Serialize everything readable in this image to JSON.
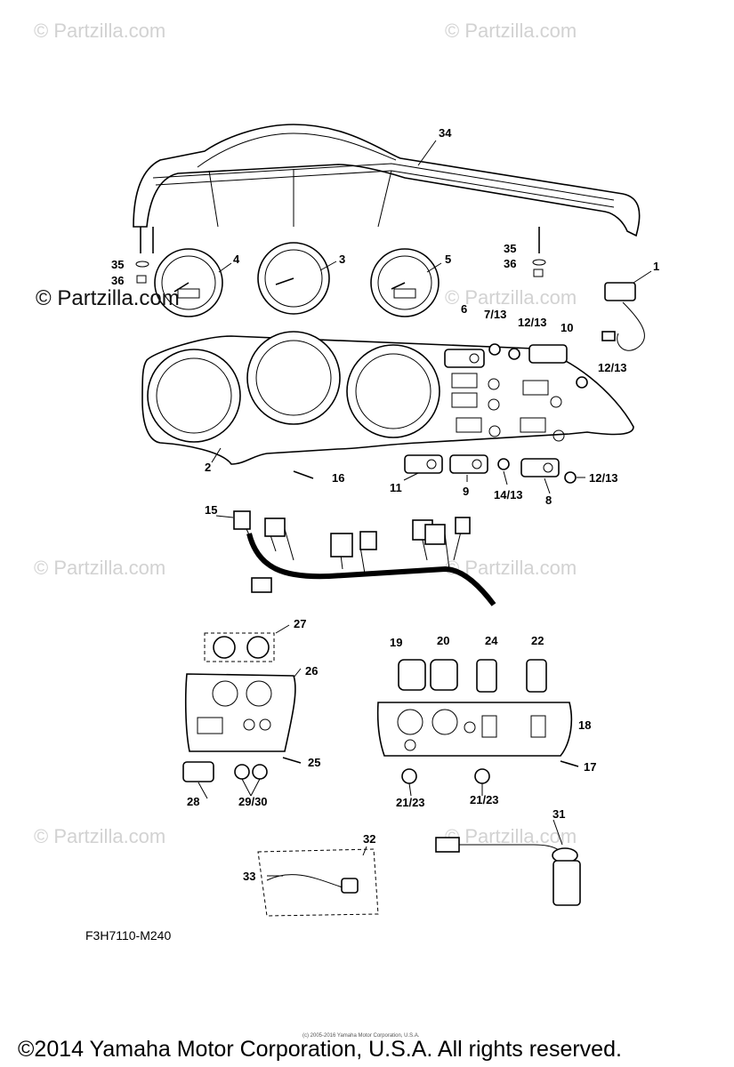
{
  "watermarks": {
    "text": "© Partzilla.com",
    "center": "© Partzilla.com"
  },
  "part_labels": {
    "p1": "1",
    "p2": "2",
    "p3": "3",
    "p4": "4",
    "p5": "5",
    "p6": "6",
    "p7_13": "7/13",
    "p8": "8",
    "p9": "9",
    "p10": "10",
    "p11": "11",
    "p12_13_a": "12/13",
    "p12_13_b": "12/13",
    "p12_13_c": "12/13",
    "p14_13": "14/13",
    "p15": "15",
    "p16": "16",
    "p17": "17",
    "p18": "18",
    "p19": "19",
    "p20": "20",
    "p21_23_a": "21/23",
    "p21_23_b": "21/23",
    "p22": "22",
    "p24": "24",
    "p25": "25",
    "p26": "26",
    "p27": "27",
    "p28": "28",
    "p29_30": "29/30",
    "p31": "31",
    "p32": "32",
    "p33": "33",
    "p34": "34",
    "p35_a": "35",
    "p35_b": "35",
    "p36_a": "36",
    "p36_b": "36"
  },
  "diagram_code": "F3H7110-M240",
  "small_copyright": "(c) 2005-2016 Yamaha Motor Corporation, U.S.A.",
  "footer_copyright": "©2014 Yamaha Motor Corporation, U.S.A. All rights reserved."
}
